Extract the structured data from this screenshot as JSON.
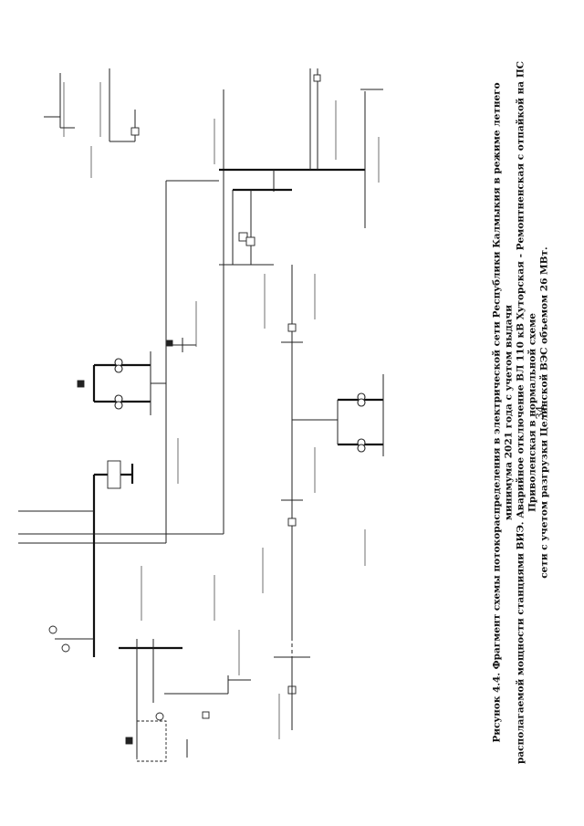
{
  "caption": {
    "line1": "Рисунок 4.4. Фрагмент схемы потокораспределения в электрической сети Республики Калмыкия в режиме летнего минимума 2021 года с учетом выдачи",
    "line2": "располагаемой мощности станциями ВИЭ. Аварийное отключение ВЛ 110 кВ Хуторская - Ремонтненская с отпайкой на ПС Приволенская в нормальной схеме",
    "line3": "сети с учетом разгрузки Целинской ВЭС объемом 26 МВт."
  },
  "page_number": "34"
}
